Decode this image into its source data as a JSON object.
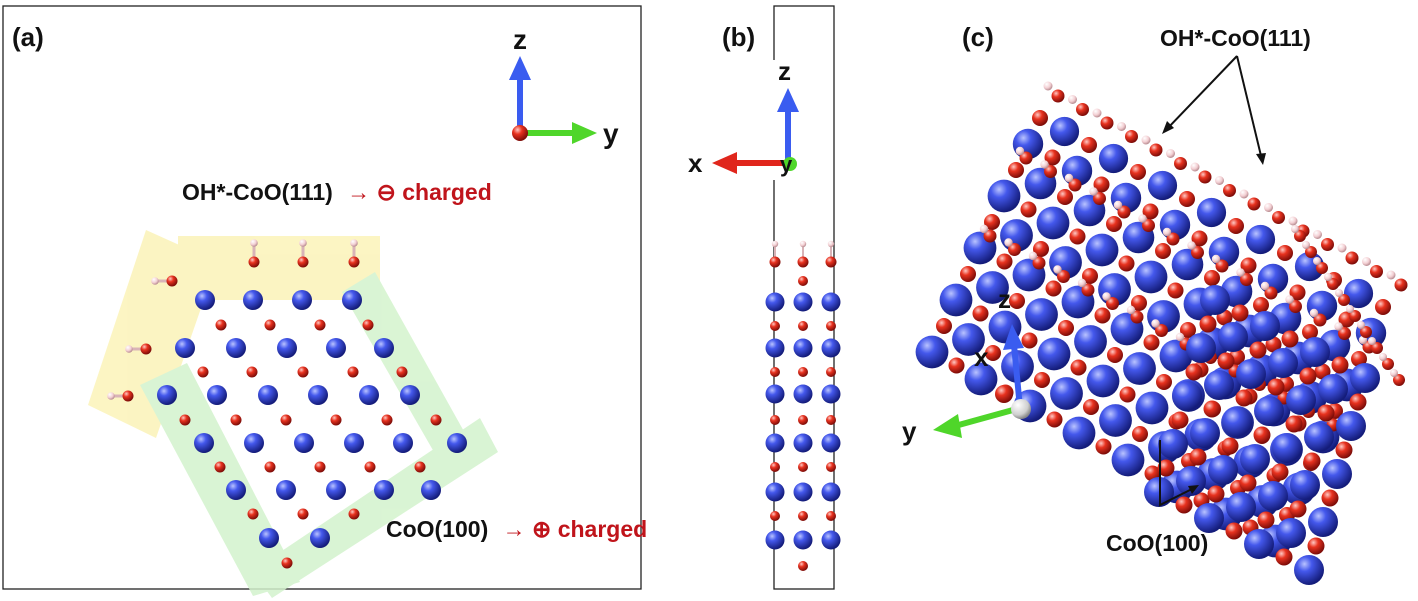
{
  "panels": {
    "a": {
      "label": "(a)",
      "axes": {
        "z": "z",
        "y": "y"
      },
      "annotations": {
        "top": "OH*-CoO(111) → ⊖ charged",
        "top_name": "OH*-CoO(111)",
        "top_charge": "→ ⊖ charged",
        "bottom_name": "CoO(100)",
        "bottom_charge": "→ ⊕ charged"
      }
    },
    "b": {
      "label": "(b)",
      "axes": {
        "z": "z",
        "x": "x",
        "y": "y"
      }
    },
    "c": {
      "label": "(c)",
      "axes": {
        "z": "z",
        "x": "x",
        "y": "y"
      },
      "callouts": {
        "top": "OH*-CoO(111)",
        "bottom": "CoO(100)"
      }
    }
  },
  "colors": {
    "cobalt": "#2b3fd8",
    "oxygen": "#e0261c",
    "hydrogen": "#f6d3d6",
    "axis_x": "#e0261c",
    "axis_y": "#4fd62a",
    "axis_z": "#3a5cf0",
    "charged_text": "#c0141b",
    "yellow_band": "#fbf3b8",
    "green_band": "#d3f3cd"
  }
}
